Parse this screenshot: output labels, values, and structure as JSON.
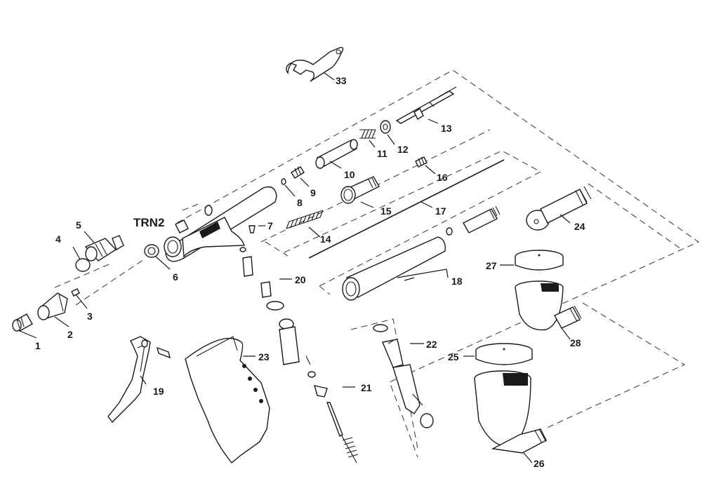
{
  "model_label": "TRN2",
  "part_numbers": [
    "1",
    "2",
    "3",
    "4",
    "5",
    "6",
    "7",
    "8",
    "9",
    "10",
    "11",
    "12",
    "13",
    "14",
    "15",
    "16",
    "17",
    "18",
    "19",
    "20",
    "21",
    "22",
    "23",
    "24",
    "25",
    "26",
    "27",
    "28",
    "33"
  ]
}
